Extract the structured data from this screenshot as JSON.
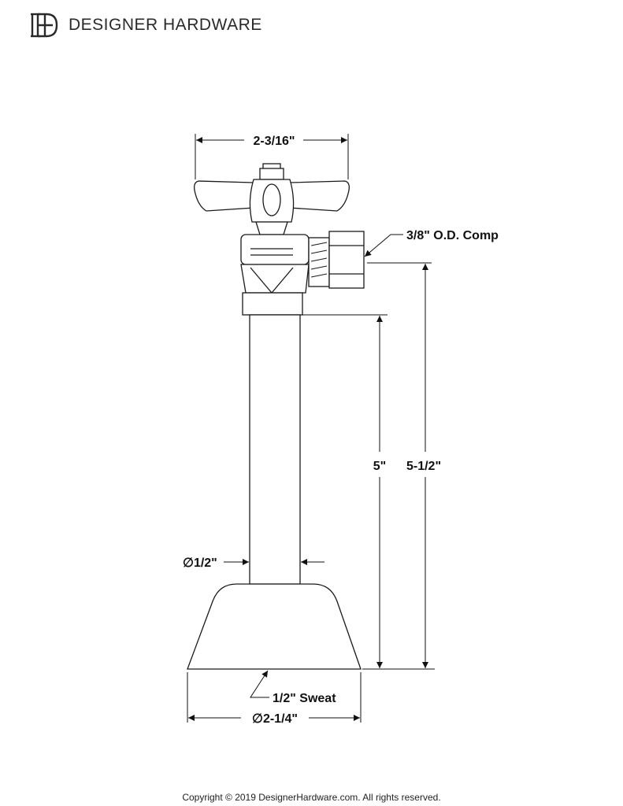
{
  "brand": {
    "logo_letters": "DH",
    "name": "DESIGNER HARDWARE"
  },
  "dimensions": {
    "overall_width": "2-3/16\"",
    "outlet": "3/8\" O.D. Comp",
    "pipe_length": "5\"",
    "overall_height": "5-1/2\"",
    "pipe_diameter": "1/2\"",
    "inlet": "1/2\" Sweat",
    "base_diameter": "2-1/4\"",
    "diameter_symbol": "∅"
  },
  "footer": {
    "copyright": "Copyright © 2019 DesignerHardware.com. All rights reserved."
  },
  "colors": {
    "line": "#1a1a1a",
    "background": "#ffffff"
  }
}
